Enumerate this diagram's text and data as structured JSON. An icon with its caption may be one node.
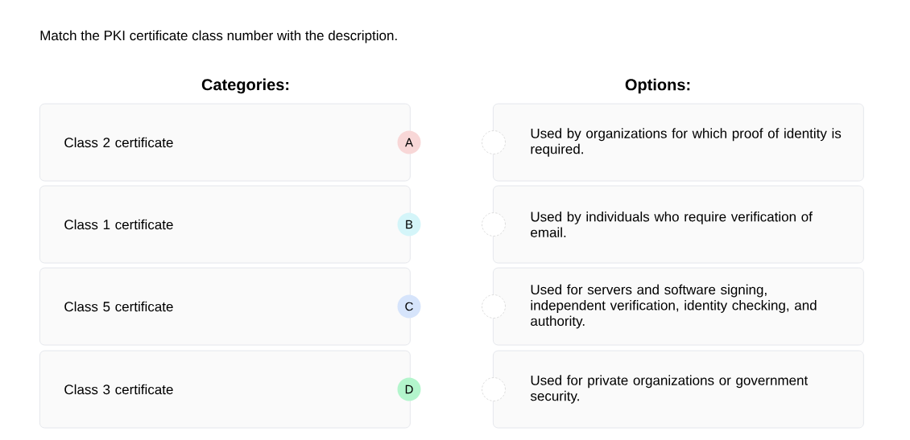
{
  "diagram": {
    "title": "Match the PKI certificate class number with the description.",
    "nodes": [
      {
        "text": [
          "Class 2 certificate"
        ]
      },
      {
        "text": [
          "A"
        ]
      },
      {
        "text": [],
        "shape": "circle"
      },
      {
        "text": [
          "Used by organizations for which proof of identity is required."
        ]
      },
      {
        "text": [
          "Class 1 certificate"
        ]
      },
      {
        "text": [
          "B"
        ]
      },
      {
        "text": [],
        "shape": "circle"
      },
      {
        "text": [
          "Used by individuals who require verification of email."
        ]
      },
      {
        "text": [
          "Class 5 certificate"
        ]
      },
      {
        "text": [
          "C"
        ]
      },
      {
        "text": [],
        "shape": "circle"
      },
      {
        "text": [
          "Used for servers and software signing, independent verification, identity checking, and authority."
        ]
      },
      {
        "text": [
          "Class 3 certificate"
        ]
      },
      {
        "text": [
          "D"
        ]
      },
      {
        "text": [],
        "shape": "circle"
      },
      {
        "text": [
          "Used for private organizations or government security."
        ]
      }
    ],
    "labels": [
      "Categories:",
      "Options:"
    ]
  }
}
